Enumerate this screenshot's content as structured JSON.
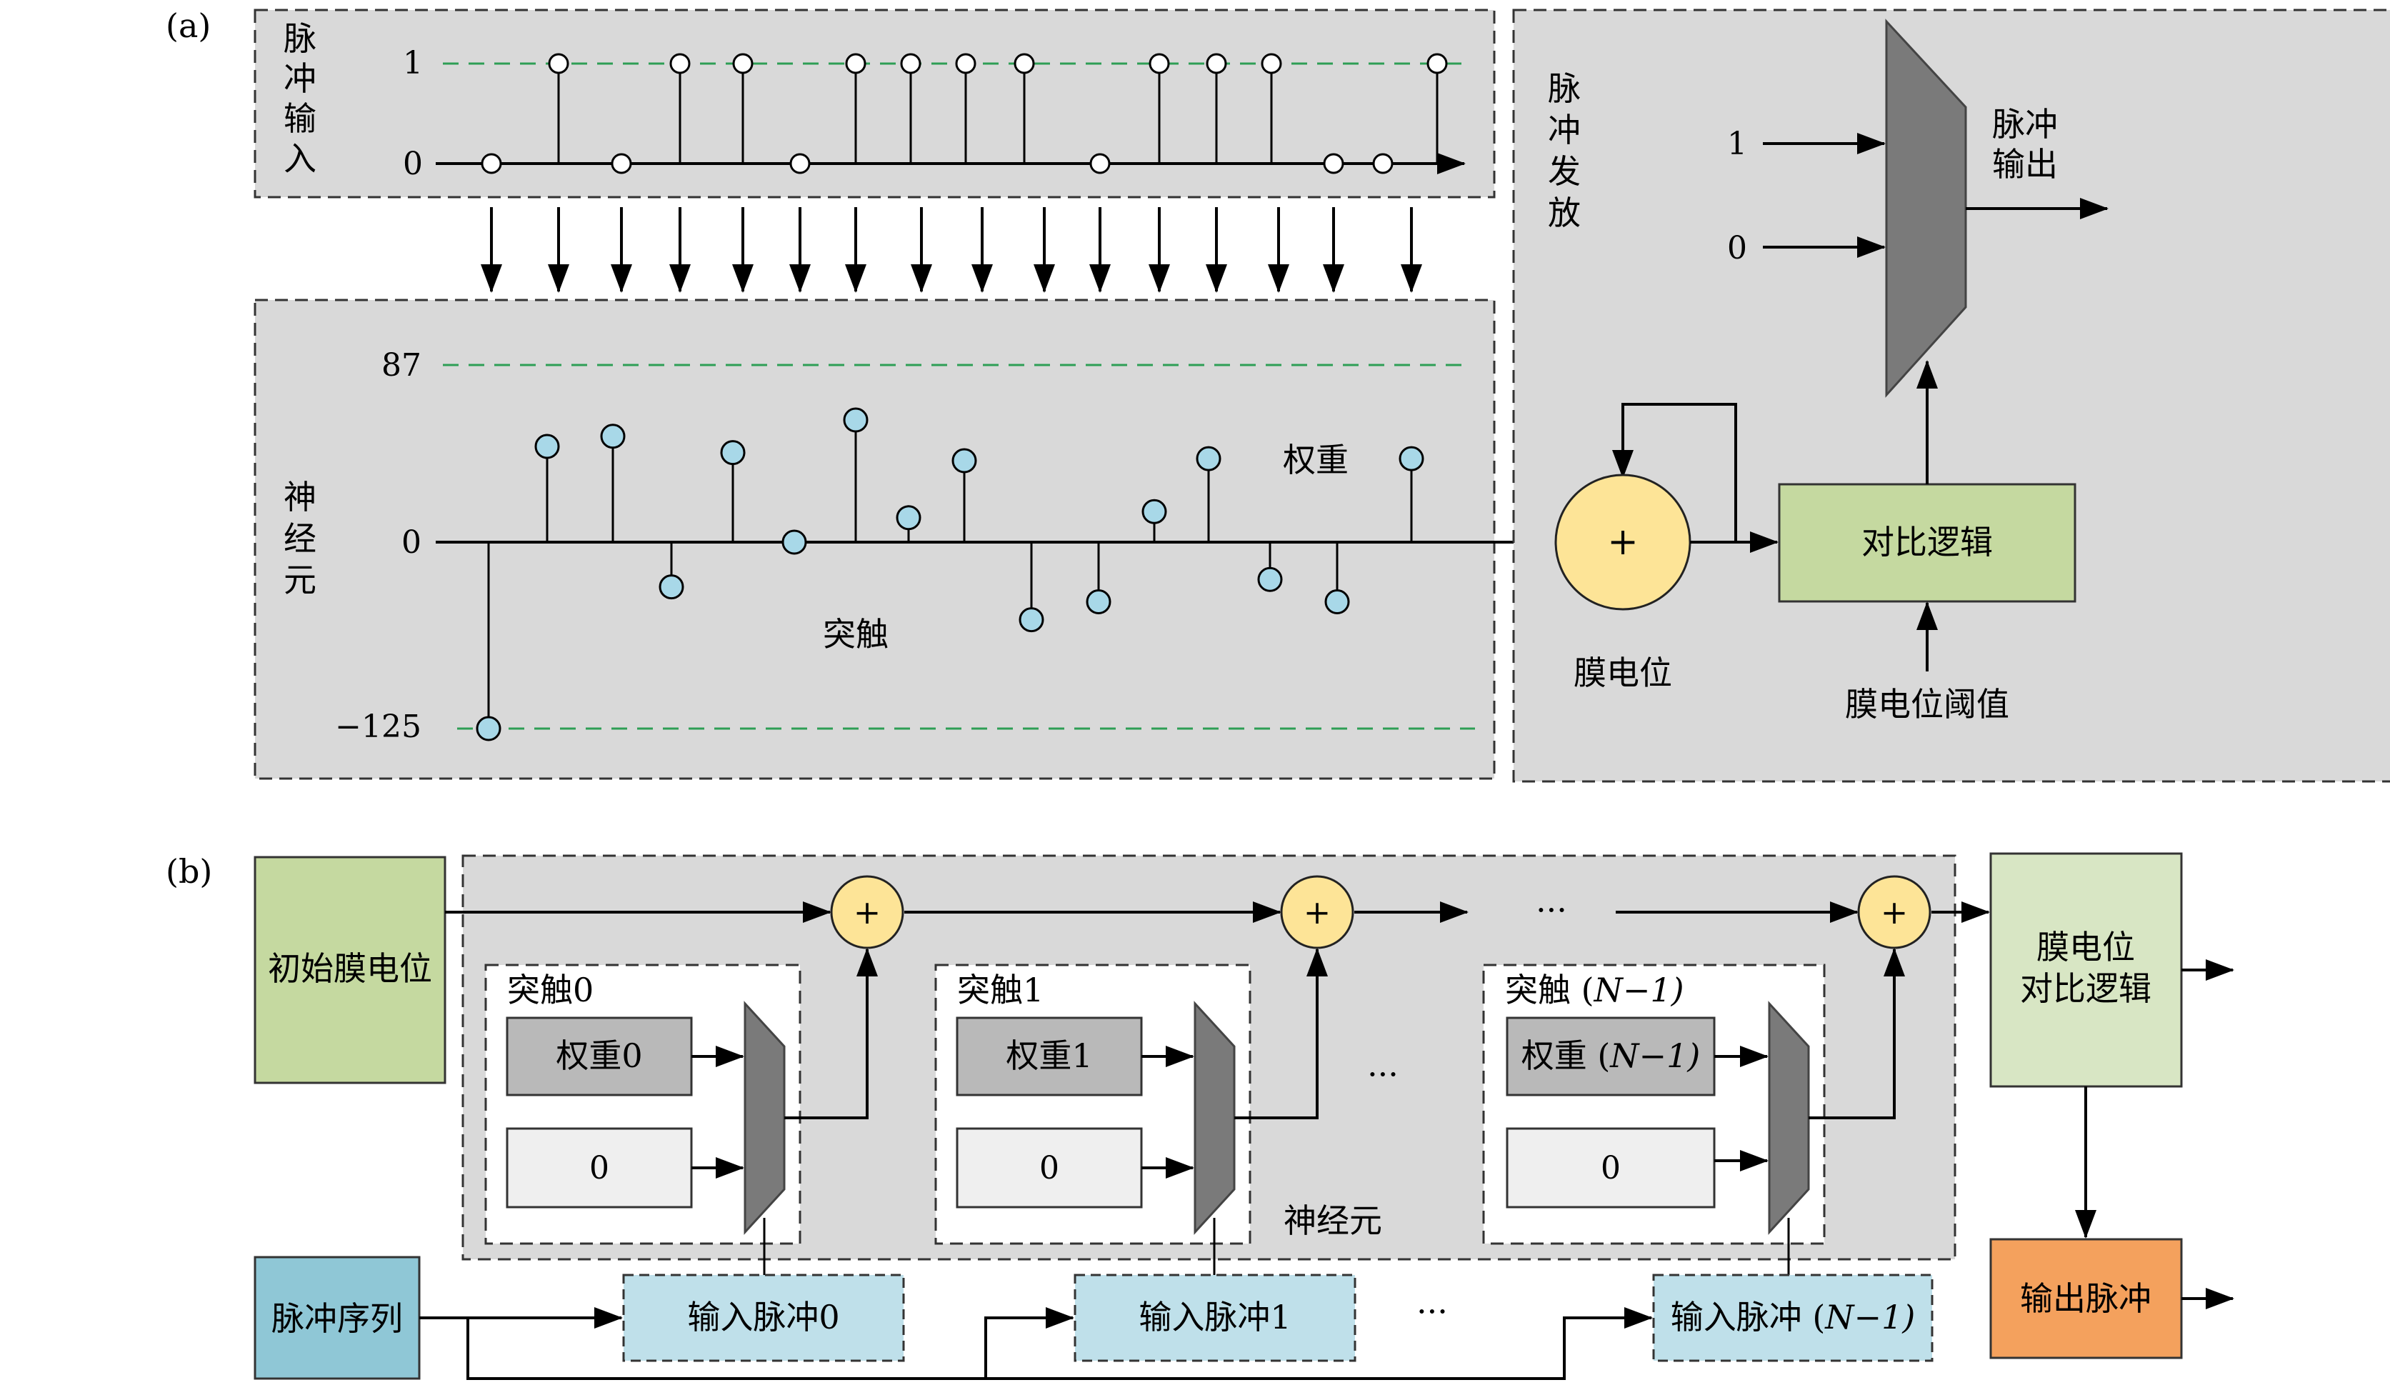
{
  "panel_a": {
    "tag": "(a)",
    "spike_input": {
      "label_chars": [
        "脉",
        "冲",
        "输",
        "入"
      ],
      "axis_high": "1",
      "axis_low": "0",
      "spikes": [
        0,
        1,
        0,
        1,
        1,
        0,
        1,
        1,
        1,
        1,
        0,
        1,
        1,
        1,
        0,
        0,
        1
      ]
    },
    "neuron": {
      "label_chars": [
        "神",
        "经",
        "元"
      ],
      "axis_max": "87",
      "axis_zero": "0",
      "axis_min": "−125",
      "axis_max_value": 87,
      "axis_min_value": -125,
      "synapse_label": "突触",
      "weight_label": "权重",
      "weights": [
        -125,
        47,
        52,
        -30,
        44,
        0,
        60,
        12,
        40,
        -52,
        -40,
        15,
        41,
        -25,
        -40,
        41
      ]
    },
    "firing": {
      "label_chars": [
        "脉",
        "冲",
        "发",
        "放"
      ],
      "mux_in_1": "1",
      "mux_in_0": "0",
      "output_label_lines": [
        "脉冲",
        "输出"
      ],
      "adder_symbol": "+",
      "membrane_label": "膜电位",
      "compare_label": "对比逻辑",
      "threshold_label": "膜电位阈值"
    }
  },
  "panel_b": {
    "tag": "(b)",
    "initial_label": "初始膜电位",
    "adder_symbol": "+",
    "ellipsis": "···",
    "neuron_label": "神经元",
    "synapses": [
      {
        "title_plain": "突触0",
        "title_tail": "",
        "weight_plain": "权重0",
        "weight_tail": "",
        "zero": "0",
        "input_plain": "输入脉冲0",
        "input_tail": ""
      },
      {
        "title_plain": "突触1",
        "title_tail": "",
        "weight_plain": "权重1",
        "weight_tail": "",
        "zero": "0",
        "input_plain": "输入脉冲1",
        "input_tail": ""
      },
      {
        "title_plain": "突触 (",
        "title_tail": "N−1)",
        "weight_plain": "权重 (",
        "weight_tail": "N−1)",
        "zero": "0",
        "input_plain": "输入脉冲 (",
        "input_tail": "N−1)"
      }
    ],
    "spike_seq_label": "脉冲序列",
    "compare_lines": [
      "膜电位",
      "对比逻辑"
    ],
    "output_label": "输出脉冲",
    "colors": {
      "green_dark": "#c5d9a0",
      "green_light": "#d8e6c4",
      "blue": "#8fc7d6",
      "blue_light": "#bfe0ea",
      "orange": "#f4a15d",
      "yellow": "#fde497",
      "mux_gray": "#7a7a7a",
      "weight_gray": "#b9b9b9",
      "zero_box": "#efefef",
      "panel_gray": "#d9d9d9"
    }
  }
}
